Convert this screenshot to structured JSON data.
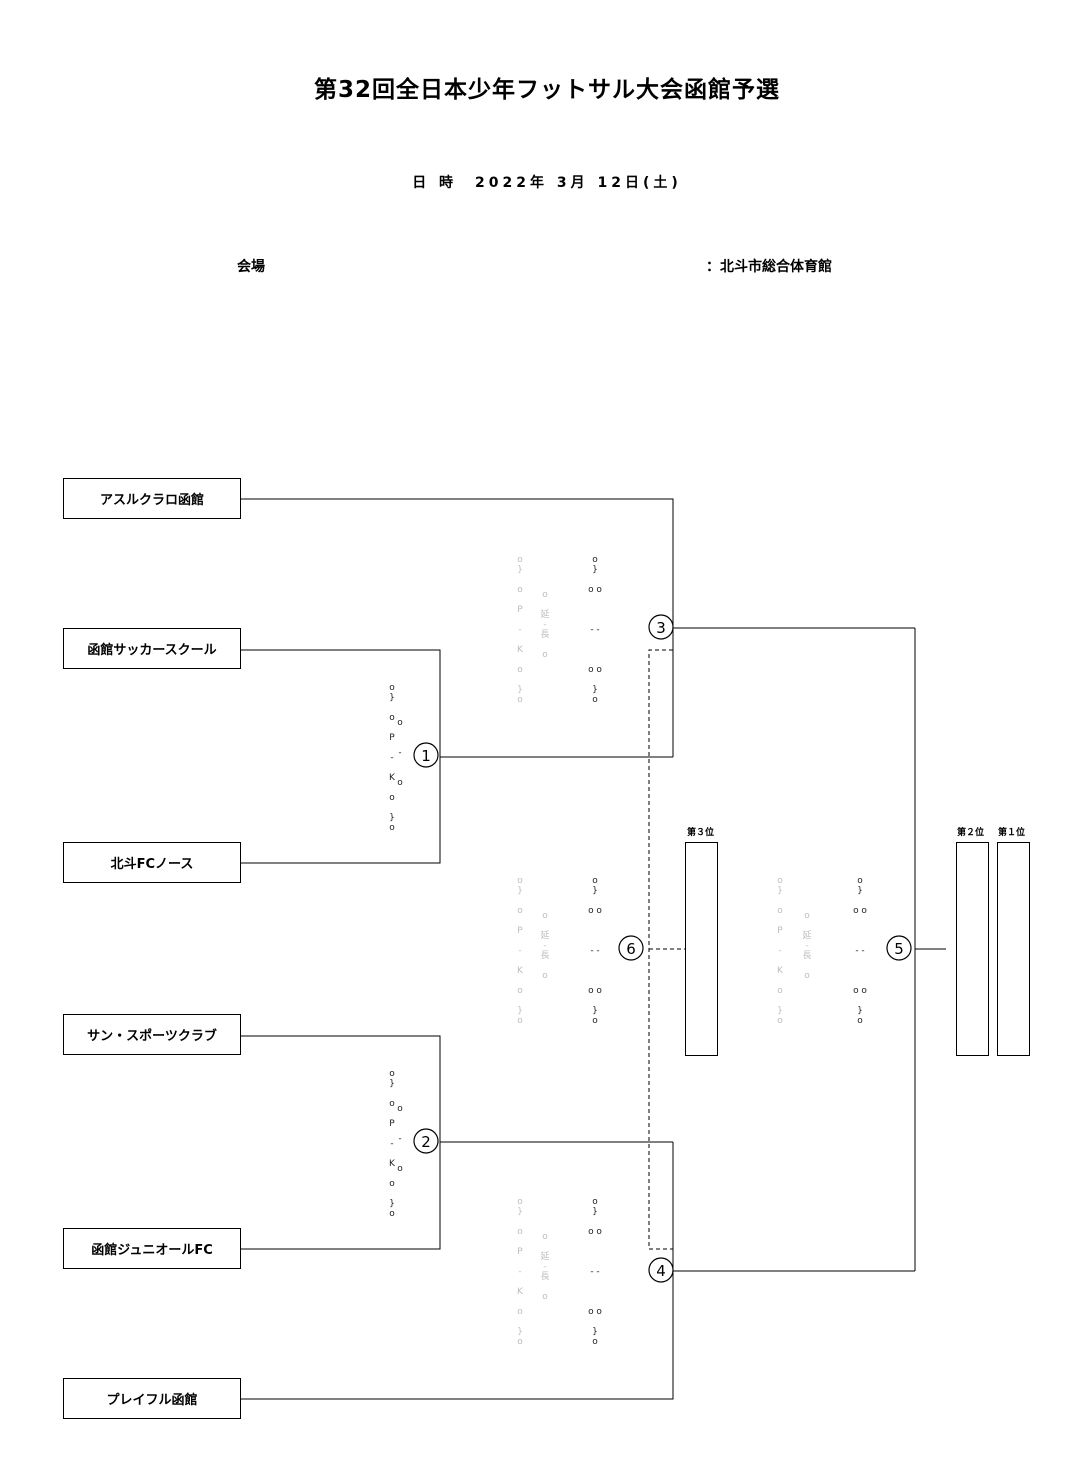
{
  "header": {
    "title": "第32回全日本少年フットサル大会函館予選",
    "date": "日 時　2022年 3月 12日(土)",
    "venue_label": "会場",
    "venue_value": "：北斗市総合体育館"
  },
  "teams": [
    "アスルクラロ函館",
    "函館サッカースクール",
    "北斗FCノース",
    "サン・スポーツクラブ",
    "函館ジュニオールFC",
    "プレイフル函館"
  ],
  "matches": [
    "1",
    "2",
    "3",
    "4",
    "5",
    "6"
  ],
  "ranks": {
    "third": "第３位",
    "second": "第２位",
    "first": "第１位"
  },
  "score_labels": {
    "pk_p": "P",
    "pk_k": "K",
    "ext_1": "延",
    "ext_2": "長"
  }
}
